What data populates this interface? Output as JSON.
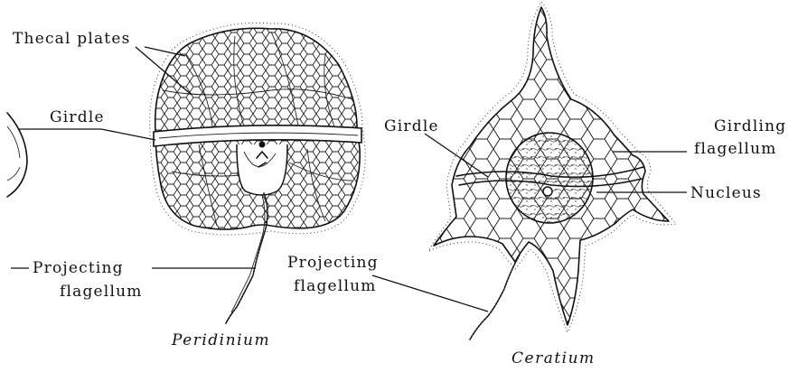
{
  "labels": {
    "thecal_plates": "Thecal plates",
    "girdle_left": "Girdle",
    "projecting_left_1": "Projecting",
    "projecting_left_2": "flagellum",
    "girdle_right": "Girdle",
    "girdling_1": "Girdling",
    "girdling_2": "flagellum",
    "nucleus": "Nucleus",
    "projecting_right_1": "Projecting",
    "projecting_right_2": "flagellum"
  },
  "captions": {
    "left": "Peridinium",
    "right": "Ceratium"
  },
  "colors": {
    "ink": "#111111",
    "background": "#ffffff"
  }
}
